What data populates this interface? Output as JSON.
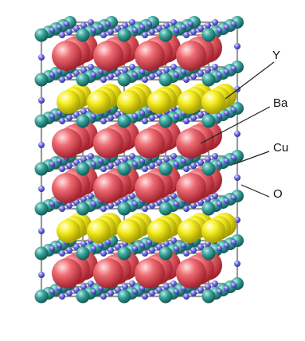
{
  "labels": {
    "yttrium": "Y",
    "barium": "Ba",
    "copper": "Cu",
    "oxygen": "O"
  },
  "colors": {
    "yttrium": "#f2ea1a",
    "barium": "#e2555f",
    "copper": "#2f9a92",
    "oxygen": "#6d6ee0",
    "bond": "#9a9a9a",
    "leader": "#222222"
  }
}
